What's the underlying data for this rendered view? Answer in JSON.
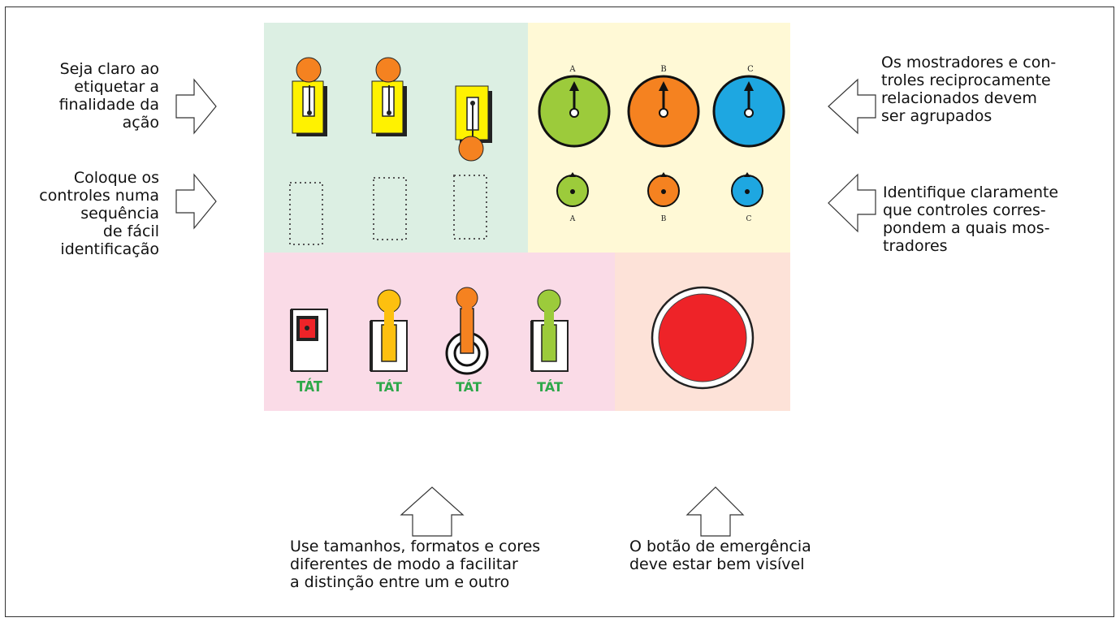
{
  "notes": {
    "left_top": "Seja claro ao\netiquetar a\nfinalidade da\nação",
    "left_bottom": "Coloque os\ncontroles numa\nsequência\nde fácil\nidentificação",
    "right_top": "Os mostradores e con-\ntroles reciprocamente\nrelacionados      devem\nser agrupados",
    "right_bottom": "Identifique claramente\nque controles corres-\npondem a quais mos-\ntradores",
    "bottom_left": "Use tamanhos, formatos e cores\ndiferentes de modo a facilitar\na distinção entre um e outro",
    "bottom_right": "O botão de emergência\ndeve estar bem visível"
  },
  "dial_labels": [
    "A",
    "B",
    "C"
  ],
  "switch_label": "TÁT",
  "colors": {
    "panel_green": "#dcefe3",
    "panel_yellow": "#fff9d6",
    "panel_pink": "#fadbe7",
    "panel_peach": "#fde2d8",
    "dial_green": "#9ccb3b",
    "dial_orange": "#f58220",
    "dial_blue": "#1ea7e1",
    "switch_yellow": "#fff200",
    "knob_orange": "#f58220",
    "emergency_red": "#ee2328",
    "label_green": "#2ea84a"
  }
}
